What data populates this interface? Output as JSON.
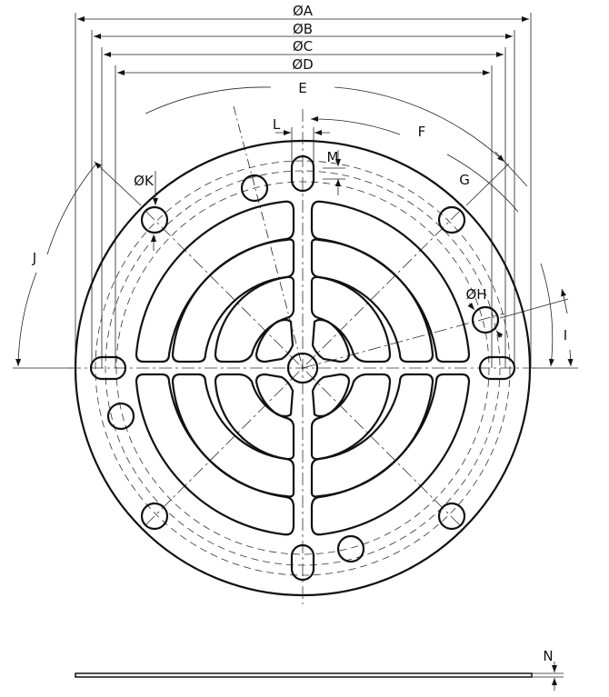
{
  "drawing": {
    "title": "Circular drain grate - dimension drawing",
    "views": [
      "top-view",
      "side-view"
    ],
    "colors": {
      "line": "#111111",
      "background": "#ffffff"
    }
  },
  "dimensions": {
    "A": "ØA",
    "B": "ØB",
    "C": "ØC",
    "D": "ØD",
    "E": "E",
    "F": "F",
    "G": "G",
    "H": "ØH",
    "I": "I",
    "J": "J",
    "K": "ØK",
    "L": "L",
    "M": "M",
    "N": "N"
  }
}
